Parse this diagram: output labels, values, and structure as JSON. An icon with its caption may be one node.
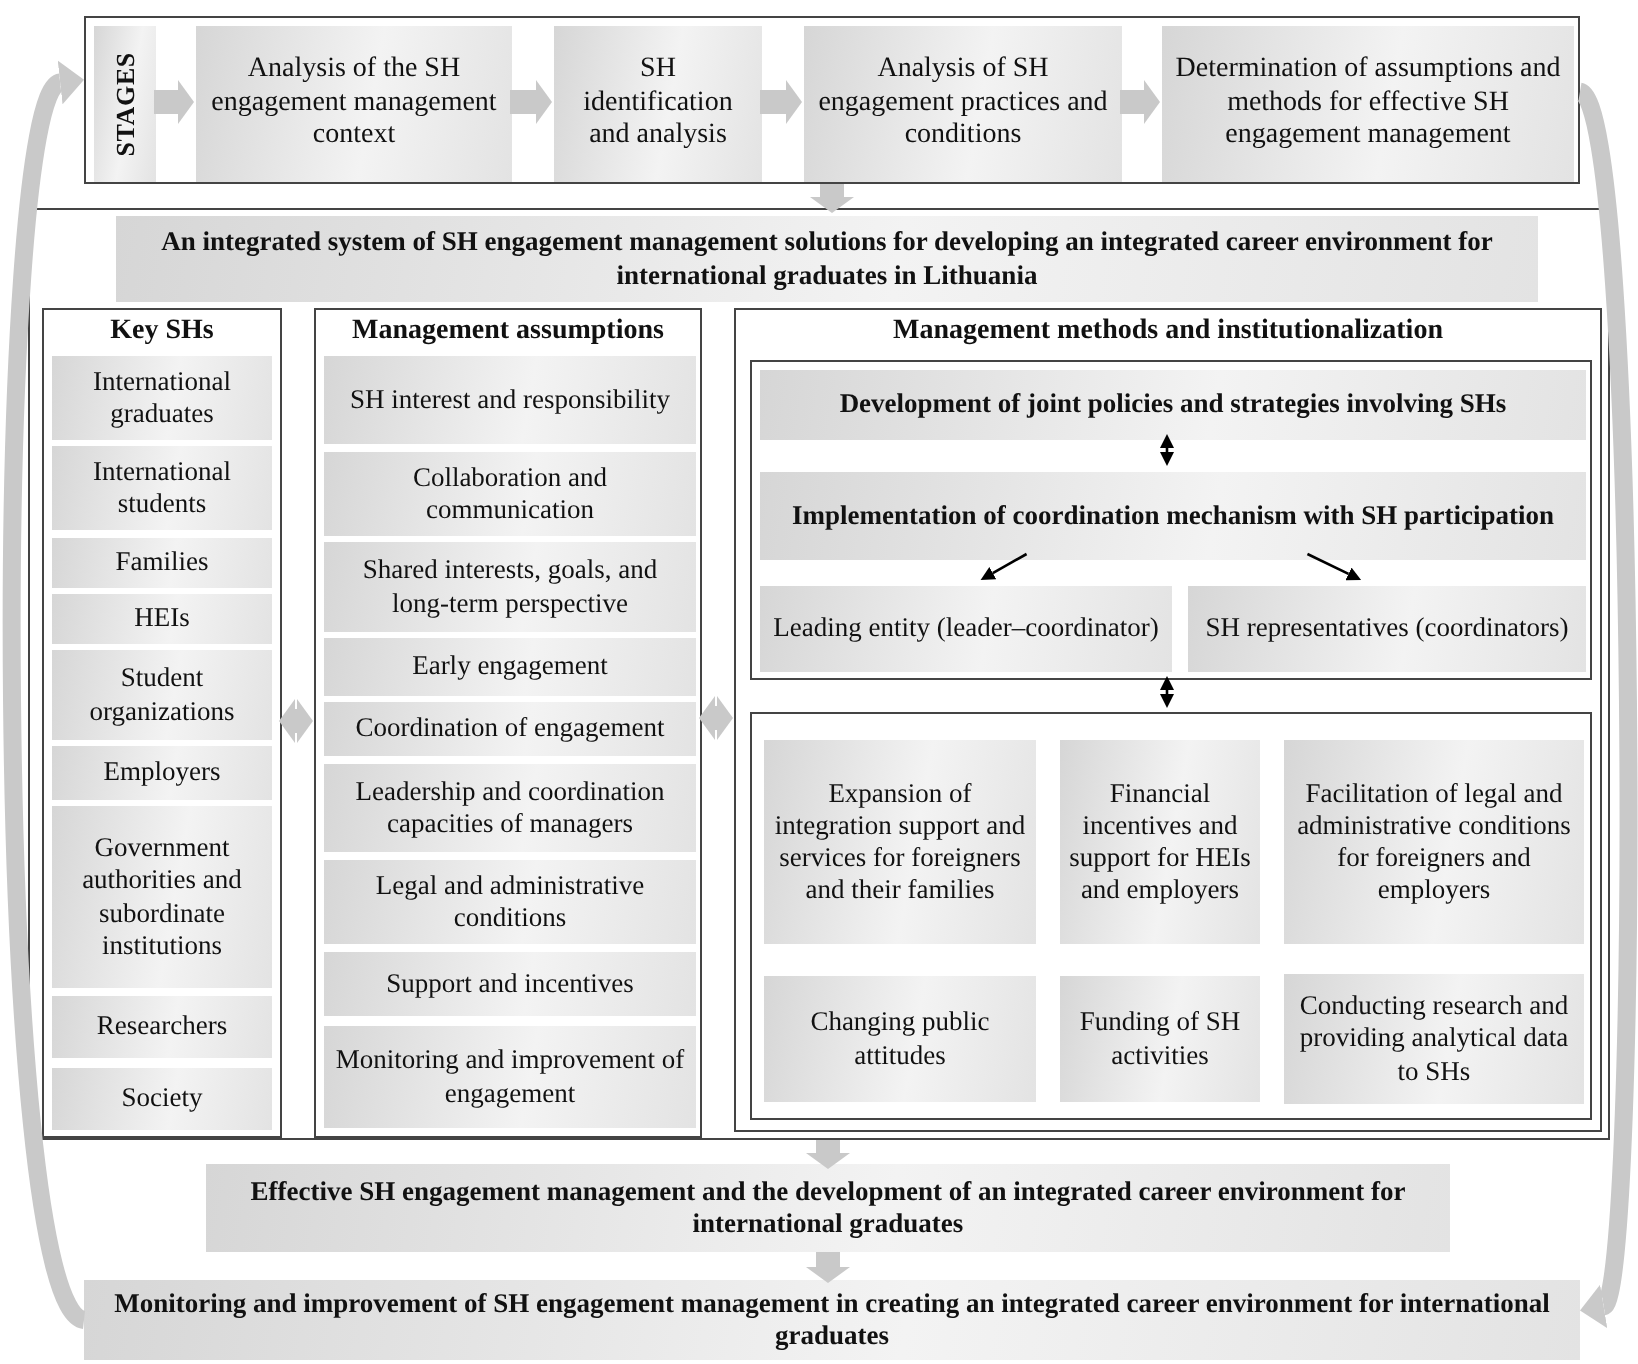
{
  "diagram": {
    "nodes": [
      {
        "text": [],
        "shape": "box"
      },
      {
        "text": [
          "STAGES"
        ],
        "in": 0
      },
      {
        "text": [
          "Analysis of the SH engagement management context"
        ],
        "in": 0
      },
      {
        "text": [
          "SH identification and analysis"
        ],
        "in": 0
      },
      {
        "text": [
          "Analysis of SH engagement practices and conditions"
        ],
        "in": 0
      },
      {
        "text": [
          "Determination of assumptions and methods for effective SH engagement management"
        ],
        "in": 0
      },
      {
        "text": [],
        "shape": "box"
      },
      {
        "text": [
          "An integrated system of SH engagement management solutions for developing an integrated career environment for international graduates in Lithuania"
        ],
        "in": 6
      },
      {
        "text": [
          "Key SHs"
        ],
        "in": 6
      },
      {
        "text": [
          "International graduates"
        ],
        "in": 8
      },
      {
        "text": [
          "International students"
        ],
        "in": 8
      },
      {
        "text": [
          "Families"
        ],
        "in": 8
      },
      {
        "text": [
          "HEIs"
        ],
        "in": 8
      },
      {
        "text": [
          "Student organizations"
        ],
        "in": 8
      },
      {
        "text": [
          "Employers"
        ],
        "in": 8
      },
      {
        "text": [
          "Government authorities and subordinate institutions"
        ],
        "in": 8
      },
      {
        "text": [
          "Researchers"
        ],
        "in": 8
      },
      {
        "text": [
          "Society"
        ],
        "in": 8
      },
      {
        "text": [
          "Management assumptions"
        ],
        "in": 6
      },
      {
        "text": [
          "SH interest and responsibility"
        ],
        "in": 18
      },
      {
        "text": [
          "Collaboration and communication"
        ],
        "in": 18
      },
      {
        "text": [
          "Shared interests, goals, and long-term perspective"
        ],
        "in": 18
      },
      {
        "text": [
          "Early engagement"
        ],
        "in": 18
      },
      {
        "text": [
          "Coordination of engagement"
        ],
        "in": 18
      },
      {
        "text": [
          "Leadership and coordination capacities of managers"
        ],
        "in": 18
      },
      {
        "text": [
          "Legal and administrative conditions"
        ],
        "in": 18
      },
      {
        "text": [
          "Support and incentives"
        ],
        "in": 18
      },
      {
        "text": [
          "Monitoring and improvement of engagement"
        ],
        "in": 18
      },
      {
        "text": [
          "Management methods and institutionalization"
        ],
        "in": 6
      },
      {
        "text": [],
        "shape": "box",
        "in": 28
      },
      {
        "text": [
          "Development of joint policies and strategies involving SHs"
        ],
        "in": 29
      },
      {
        "text": [
          "Implementation of coordination mechanism with SH participation"
        ],
        "in": 29
      },
      {
        "text": [
          "Leading entity (leader–coordinator)"
        ],
        "in": 29
      },
      {
        "text": [
          "SH representatives (coordinators)"
        ],
        "in": 29
      },
      {
        "text": [],
        "shape": "box",
        "in": 28
      },
      {
        "text": [
          "Expansion of integration support and services for foreigners and their families"
        ],
        "in": 34
      },
      {
        "text": [
          "Financial incentives and support for HEIs and employers"
        ],
        "in": 34
      },
      {
        "text": [
          "Facilitation of legal and administrative conditions for foreigners and employers"
        ],
        "in": 34
      },
      {
        "text": [
          "Changing public attitudes"
        ],
        "in": 34
      },
      {
        "text": [
          "Funding of SH activities"
        ],
        "in": 34
      },
      {
        "text": [
          "Conducting research and providing analytical data to SHs"
        ],
        "in": 34
      },
      {
        "text": [
          "Effective SH engagement management and the development of an integrated career environment for international graduates"
        ]
      },
      {
        "text": [
          "Monitoring and improvement of SH engagement management in creating an integrated career environment for international graduates"
        ]
      }
    ],
    "edges": [
      {
        "from": 1,
        "to": 2,
        "arrow": "to"
      },
      {
        "from": 2,
        "to": 3,
        "arrow": "to"
      },
      {
        "from": 3,
        "to": 4,
        "arrow": "to"
      },
      {
        "from": 4,
        "to": 5,
        "arrow": "to"
      },
      {
        "from": 0,
        "to": 6,
        "arrow": "to"
      },
      {
        "from": 8,
        "to": 18,
        "arrow": "both"
      },
      {
        "from": 18,
        "to": 28,
        "arrow": "both"
      },
      {
        "from": 30,
        "to": 31,
        "arrow": "both",
        "color": "#000000"
      },
      {
        "from": 31,
        "to": 32,
        "arrow": "to",
        "color": "#000000"
      },
      {
        "from": 31,
        "to": 33,
        "arrow": "to",
        "color": "#000000"
      },
      {
        "from": 29,
        "to": 34,
        "arrow": "both",
        "color": "#000000"
      },
      {
        "from": 6,
        "to": 41,
        "arrow": "to"
      },
      {
        "from": 41,
        "to": 42,
        "arrow": "to"
      },
      {
        "from": 42,
        "to": 0,
        "arrow": "to"
      },
      {
        "from": 0,
        "to": 42,
        "arrow": "to"
      }
    ]
  }
}
